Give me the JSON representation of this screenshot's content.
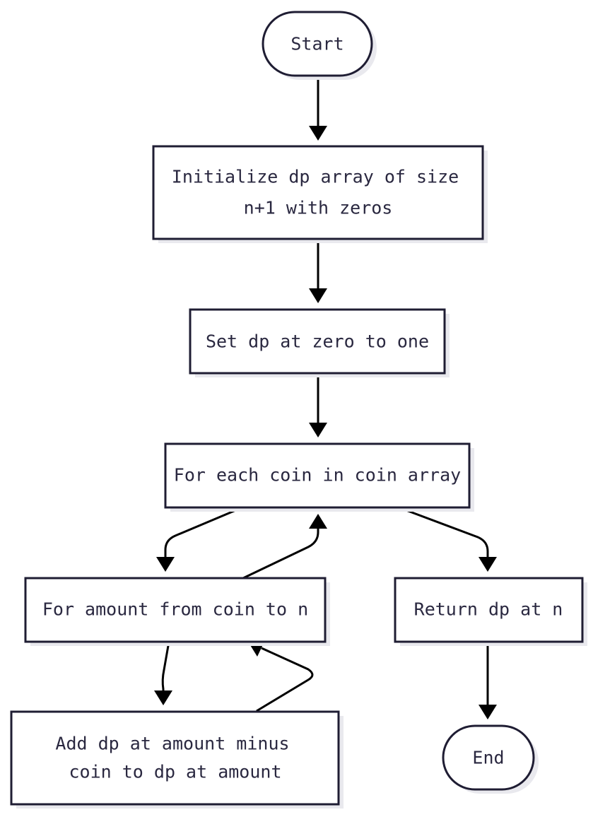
{
  "nodes": {
    "start": {
      "label": "Start"
    },
    "init": {
      "line1": "Initialize dp array of size",
      "line2": "n+1 with zeros"
    },
    "set": {
      "label": "Set dp at zero to one"
    },
    "for_coin": {
      "label": "For each coin in coin array"
    },
    "for_amount": {
      "label": "For amount from coin to n"
    },
    "return": {
      "label": "Return dp at n"
    },
    "add": {
      "line1": "Add dp at amount minus",
      "line2": "coin to dp at amount"
    },
    "end": {
      "label": "End"
    }
  },
  "colors": {
    "stroke": "#1f1d33",
    "text": "#2a2840",
    "edge": "#000000",
    "shadow": "#e9e9ee"
  }
}
